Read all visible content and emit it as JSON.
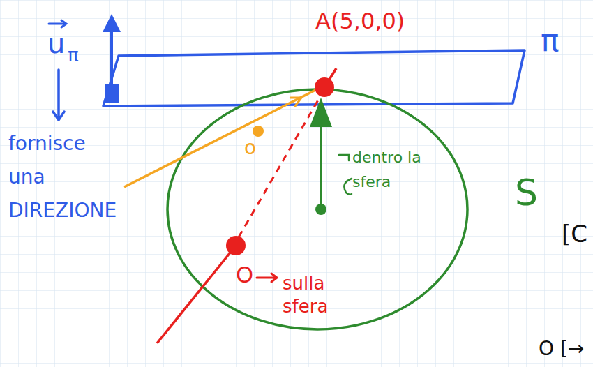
{
  "diagram": {
    "labels": [
      "A(5,0,0)",
      "π",
      "u",
      "π",
      "fornisce una DIREZIONE",
      "o",
      "O",
      "sulla sfera",
      "dentro la sfera",
      "S",
      "[C",
      "O [→"
    ]
  }
}
